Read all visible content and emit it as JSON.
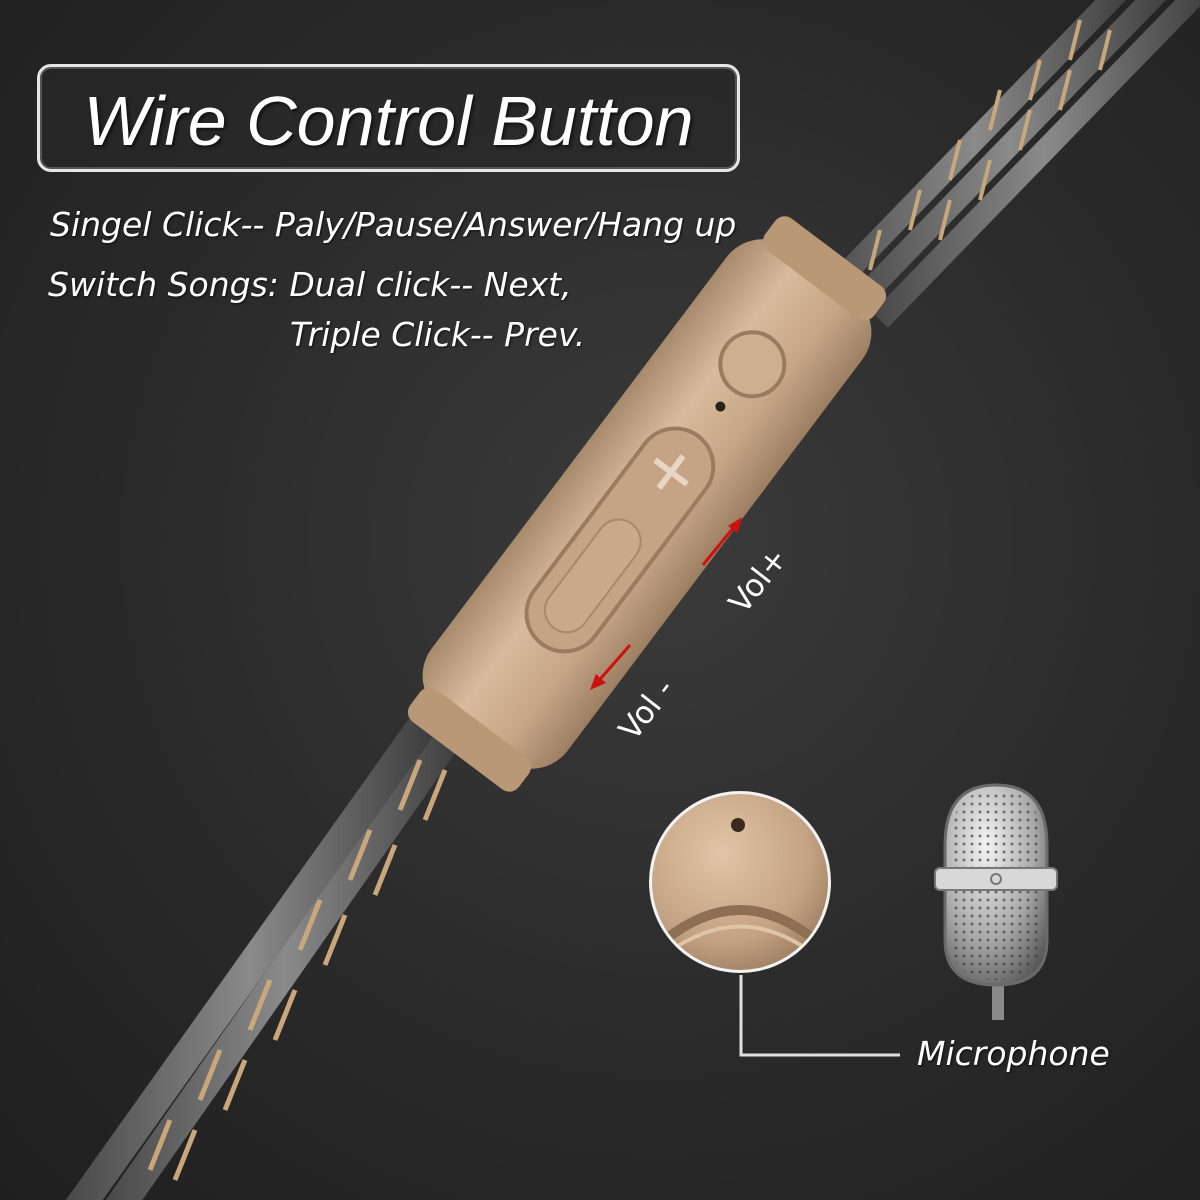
{
  "title": "Wire Control Button",
  "instructions": {
    "line1": "Singel Click-- Paly/Pause/Answer/Hang up",
    "line2": "Switch Songs: Dual click-- Next,",
    "line3": "Triple Click-- Prev."
  },
  "labels": {
    "vol_up": "Vol+",
    "vol_down": "Vol -",
    "microphone": "Microphone"
  },
  "colors": {
    "background": "#2b2b2b",
    "remote_body": "#c9a888",
    "cable_stripe": "#c8a77b",
    "arrow": "#cc1111"
  },
  "icons": [
    "plus-icon",
    "microphone-icon",
    "arrow-up-icon",
    "arrow-down-icon"
  ]
}
